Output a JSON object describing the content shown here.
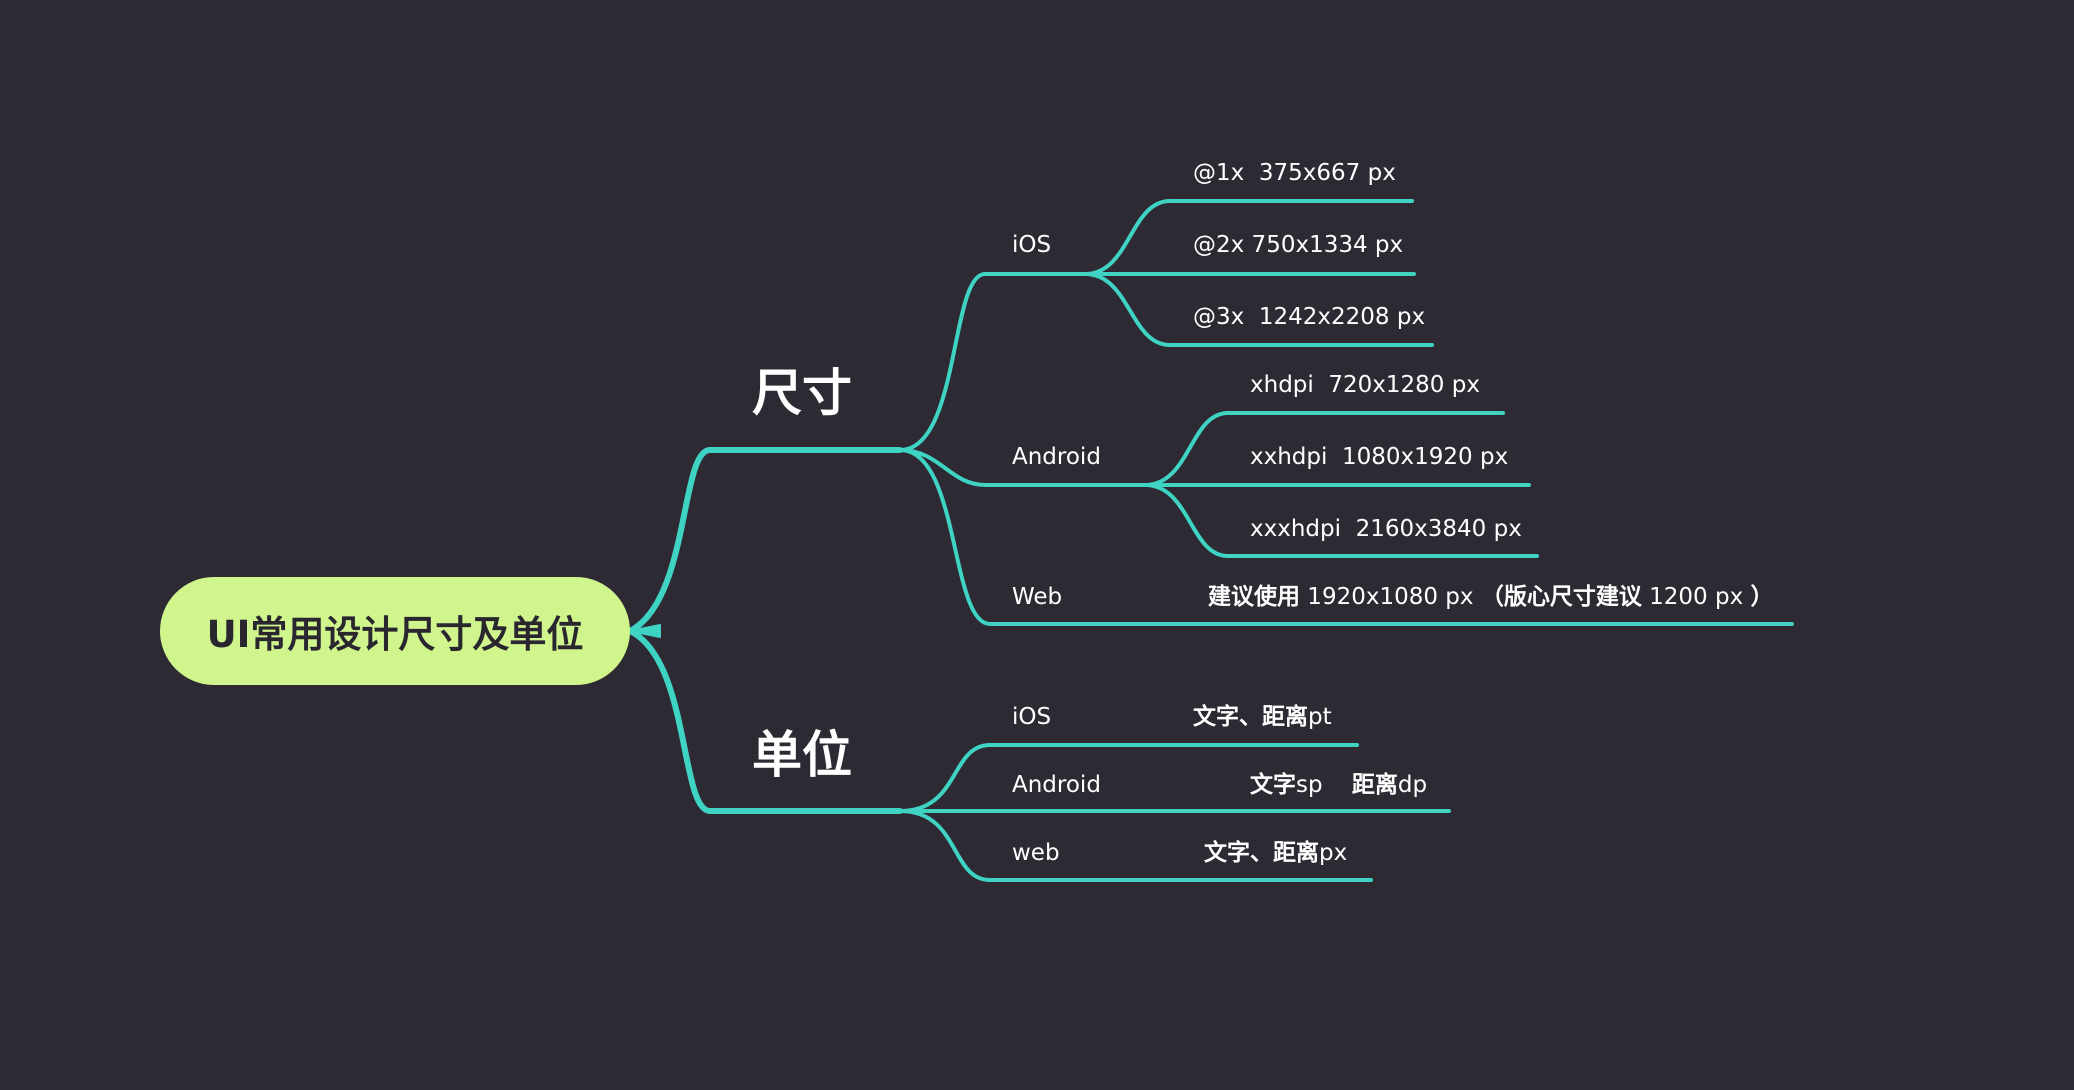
{
  "root": {
    "label": "UI常用设计尺寸及单位"
  },
  "colors": {
    "background": "#2e2a33",
    "line": "#3ed3c3",
    "root_fill": "#cff58c"
  },
  "size": {
    "label": "尺寸",
    "ios": {
      "label": "iOS",
      "items": [
        "@1x  375x667 px",
        "@2x 750x1334 px",
        "@3x  1242x2208 px"
      ]
    },
    "android": {
      "label": "Android",
      "items": [
        "xhdpi  720x1280 px",
        "xxhdpi  1080x1920 px",
        "xxxhdpi  2160x3840 px"
      ]
    },
    "web": {
      "label": "Web",
      "rec_label": "建议使用",
      "rec_value": " 1920x1080 px ",
      "paren_open": "（",
      "content_label": "版心尺寸建议",
      "content_value": " 1200 px ",
      "paren_close": "）"
    }
  },
  "unit": {
    "label": "单位",
    "ios": {
      "label": "iOS",
      "text": "文字、距离",
      "unit": "pt"
    },
    "android": {
      "label": "Android",
      "text_label": "文字",
      "text_unit": "sp",
      "gap": "    ",
      "distance_label": "距离",
      "distance_unit": "dp"
    },
    "web": {
      "label": "web",
      "text": "文字、距离",
      "unit": "px"
    }
  }
}
